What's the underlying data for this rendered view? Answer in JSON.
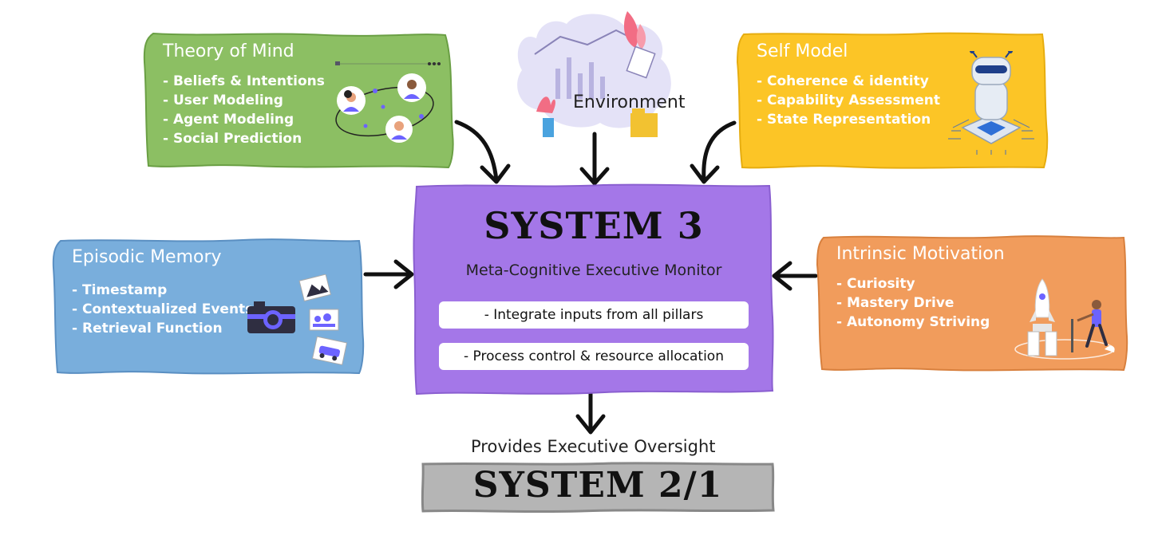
{
  "theory_of_mind": {
    "title": "Theory of Mind",
    "items": [
      "- Beliefs & Intentions",
      "- User Modeling",
      "- Agent Modeling",
      "- Social Prediction"
    ],
    "color": "#8cbf63"
  },
  "environment": {
    "label": "Environment"
  },
  "self_model": {
    "title": "Self Model",
    "items": [
      "- Coherence & identity",
      "- Capability Assessment",
      "- State Representation"
    ],
    "color": "#fcc526"
  },
  "episodic_memory": {
    "title": "Episodic Memory",
    "items": [
      "- Timestamp",
      "- Contextualized Events",
      "- Retrieval Function"
    ],
    "color": "#79aedc"
  },
  "system3": {
    "title": "SYSTEM 3",
    "subtitle": "Meta-Cognitive Executive Monitor",
    "pill_1": "- Integrate inputs from all pillars",
    "pill_2": "- Process control & resource allocation",
    "color": "#a477e8"
  },
  "intrinsic_motivation": {
    "title": "Intrinsic Motivation",
    "items": [
      "- Curiosity",
      "- Mastery Drive",
      "- Autonomy Striving"
    ],
    "color": "#f19c5c"
  },
  "oversight_label": "Provides Executive Oversight",
  "system21": {
    "title": "SYSTEM 2/1",
    "color": "#b5b5b5"
  },
  "icons": [
    "people-network-icon",
    "environment-chart-icon",
    "robot-chip-icon",
    "camera-icon",
    "photo-icon",
    "rocket-launch-icon"
  ]
}
